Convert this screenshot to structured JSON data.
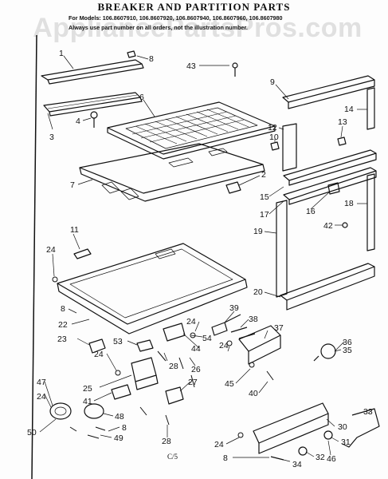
{
  "page": {
    "title": "BREAKER AND PARTITION PARTS",
    "models_line": "For Models: 106.8607910, 106.8607920, 106.8607940, 106.8607960, 106.8607980",
    "note_line": "Always use part number on all orders, not the illustration number.",
    "footer_code": "C/5",
    "watermark": "AppliancePartsPros.com"
  },
  "callouts": {
    "c1": "1",
    "c8a": "8",
    "c43": "43",
    "c9": "9",
    "c4": "4",
    "c6": "6",
    "c14": "14",
    "c13": "13",
    "c12": "12",
    "c3": "3",
    "c10": "10",
    "c7": "7",
    "c2": "2",
    "c15": "15",
    "c16": "16",
    "c18": "18",
    "c17": "17",
    "c11": "11",
    "c42": "42",
    "c19": "19",
    "c24a": "24",
    "c20": "20",
    "c8b": "8",
    "c39": "39",
    "c22": "22",
    "c38": "38",
    "c24b": "24",
    "c37": "37",
    "c23": "23",
    "c44": "44",
    "c54": "54",
    "c35": "35",
    "c53": "53",
    "c24c": "24",
    "c36": "36",
    "c28a": "28",
    "c26": "26",
    "c24d": "24",
    "c45": "45",
    "c25": "25",
    "c40": "40",
    "c47": "47",
    "c27": "27",
    "c24e": "24",
    "c41": "41",
    "c33": "33",
    "c48": "48",
    "c30": "30",
    "c8c": "8",
    "c50": "50",
    "c49": "49",
    "c28b": "28",
    "c31": "31",
    "c24f": "24",
    "c46": "46",
    "c32": "32",
    "c8d": "8",
    "c34": "34"
  }
}
